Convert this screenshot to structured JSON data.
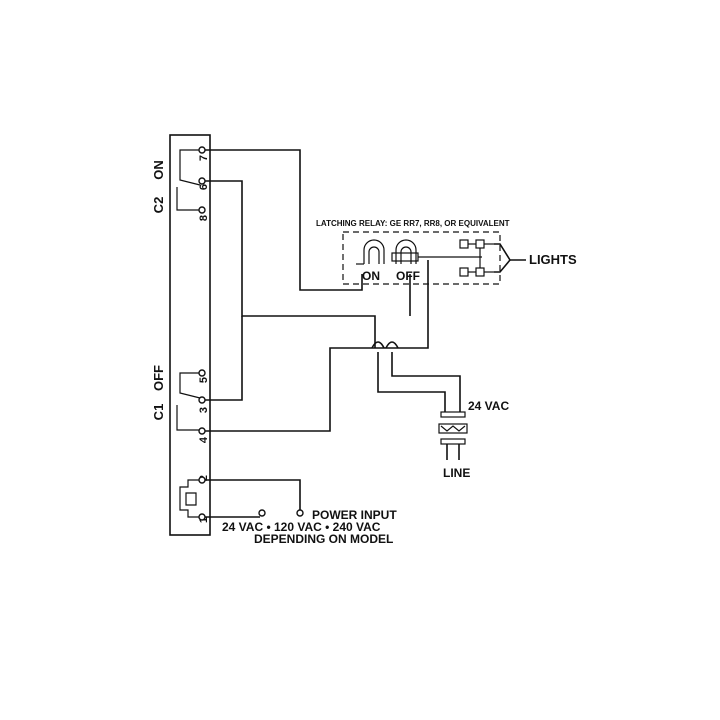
{
  "controller": {
    "c2_label": "C2",
    "c2_state": "ON",
    "c1_label": "C1",
    "c1_state": "OFF",
    "terminals": {
      "t7": "7",
      "t6": "6",
      "t8": "8",
      "t5": "5",
      "t3": "3",
      "t4": "4",
      "t2": "2",
      "t1": "1"
    }
  },
  "relay": {
    "title": "LATCHING RELAY: GE RR7, RR8, OR EQUIVALENT",
    "on_label": "ON",
    "off_label": "OFF"
  },
  "lights_label": "LIGHTS",
  "transformer": {
    "secondary_label": "24 VAC",
    "primary_label": "LINE"
  },
  "power": {
    "title": "POWER INPUT",
    "voltages": "24 VAC • 120 VAC • 240 VAC",
    "note": "DEPENDING ON MODEL"
  }
}
